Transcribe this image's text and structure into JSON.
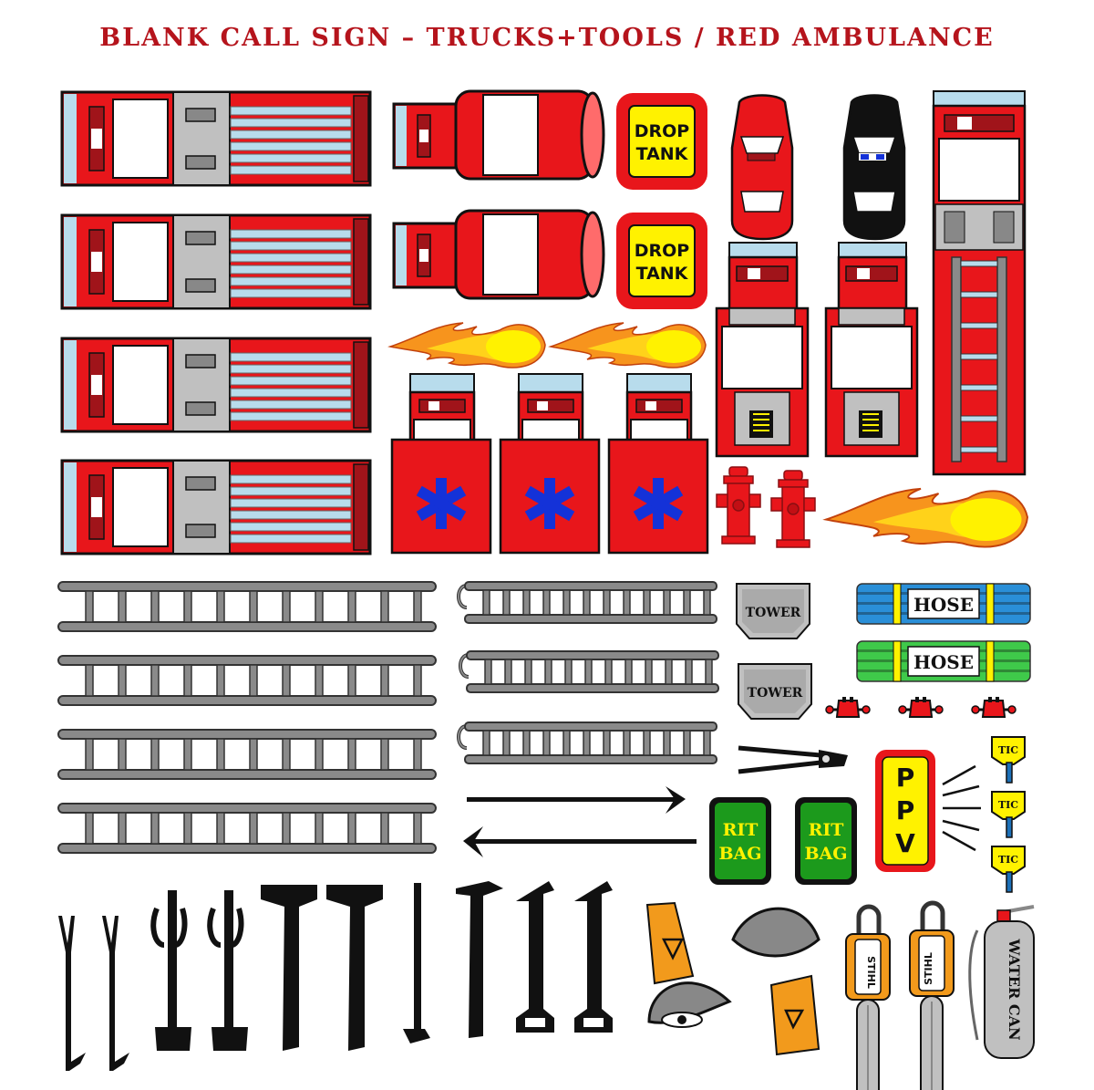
{
  "title": "BLANK CALL SIGN – TRUCKS+TOOLS / RED AMBULANCE",
  "labels": {
    "drop_tank_1": "DROP",
    "drop_tank_2": "TANK",
    "tower": "TOWER",
    "hose": "HOSE",
    "rit_1": "RIT",
    "rit_2": "BAG",
    "ppv_1": "P",
    "ppv_2": "P",
    "ppv_3": "V",
    "tic": "TIC",
    "stihl": "STIHL",
    "water_can": "WATER CAN"
  },
  "colors": {
    "title": "#b5141c",
    "truck_red": "#e8161b",
    "dark_red": "#a0141a",
    "panel_gray": "#c0c0c0",
    "glass_blue": "#b8dcec",
    "hose_blue": "#2a8fd8",
    "hose_green": "#3fc94a",
    "rit_green": "#1c9a1c",
    "yellow": "#fff200",
    "star_blue": "#1432d8",
    "saw_orange": "#f29a1c",
    "ladder_gray": "#8a8a8a"
  }
}
